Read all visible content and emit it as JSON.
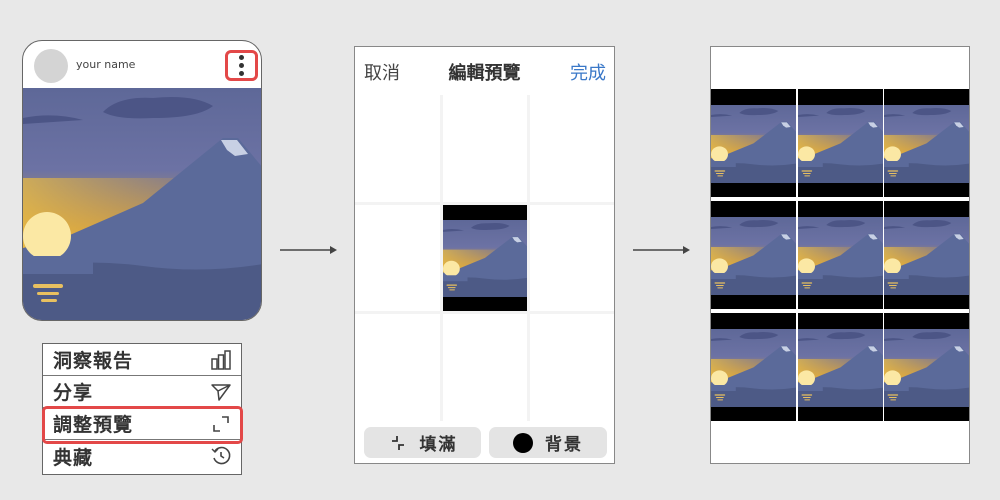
{
  "post": {
    "username": "your name"
  },
  "menu": {
    "items": [
      {
        "label": "洞察報告",
        "icon": "bar-chart-icon"
      },
      {
        "label": "分享",
        "icon": "send-icon"
      },
      {
        "label": "調整預覽",
        "icon": "crop-expand-icon"
      },
      {
        "label": "典藏",
        "icon": "history-icon"
      }
    ]
  },
  "editor": {
    "cancel": "取消",
    "title": "編輯預覽",
    "done": "完成",
    "fill": "填滿",
    "background": "背景"
  },
  "colors": {
    "highlight": "#e34848",
    "link": "#3a78c8"
  }
}
